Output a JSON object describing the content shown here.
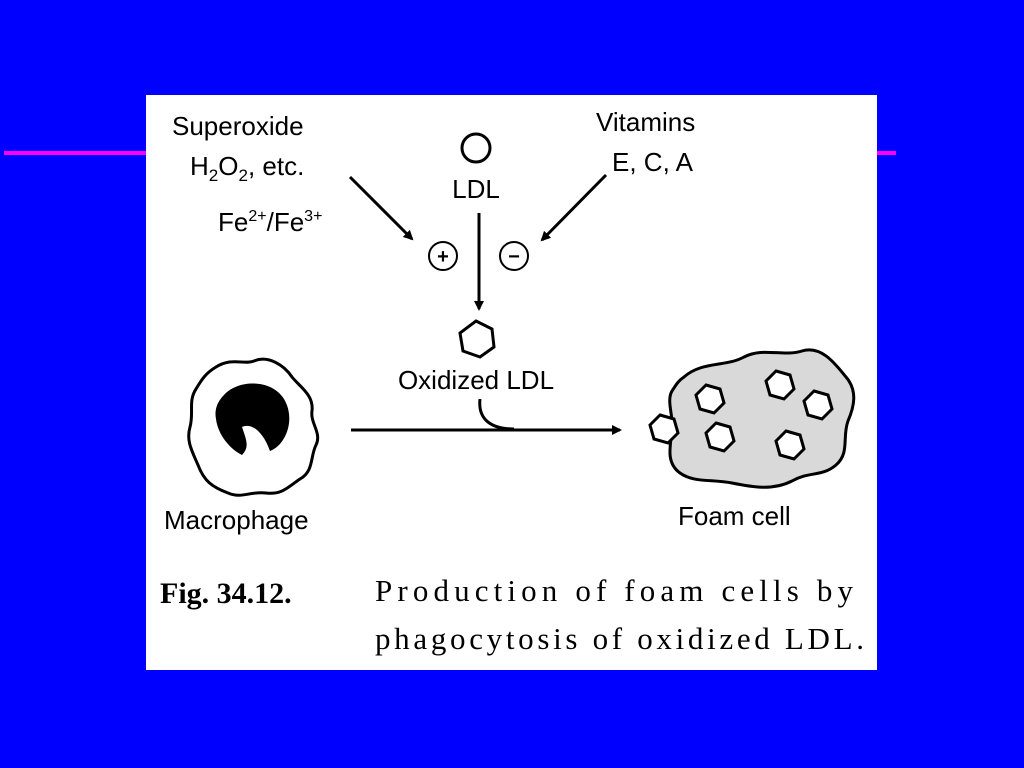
{
  "diagram": {
    "inputs": {
      "oxidants_line1": "Superoxide",
      "oxidants_line2": {
        "a": "H",
        "a_sub": "2",
        "b": "O",
        "b_sub": "2",
        "c": ", etc."
      },
      "iron": {
        "a": "Fe",
        "a_sup": "2+",
        "b": "/Fe",
        "b_sup": "3+"
      },
      "vitamins_line1": "Vitamins",
      "vitamins_line2": "E, C, A"
    },
    "signs": {
      "plus": "+",
      "minus": "−"
    },
    "ldl_label": "LDL",
    "oxidized_ldl_label": "Oxidized LDL",
    "macrophage_label": "Macrophage",
    "foam_cell_label": "Foam cell"
  },
  "caption": {
    "fig_number": "Fig. 34.12.",
    "line1": "Production of foam cells by",
    "line2": "phagocytosis of oxidized LDL."
  },
  "colors": {
    "background": "#0000ff",
    "accent_line": "#ff00ff",
    "panel": "#ffffff",
    "foam_cell_fill": "#d9d9d9",
    "ink": "#000000"
  }
}
